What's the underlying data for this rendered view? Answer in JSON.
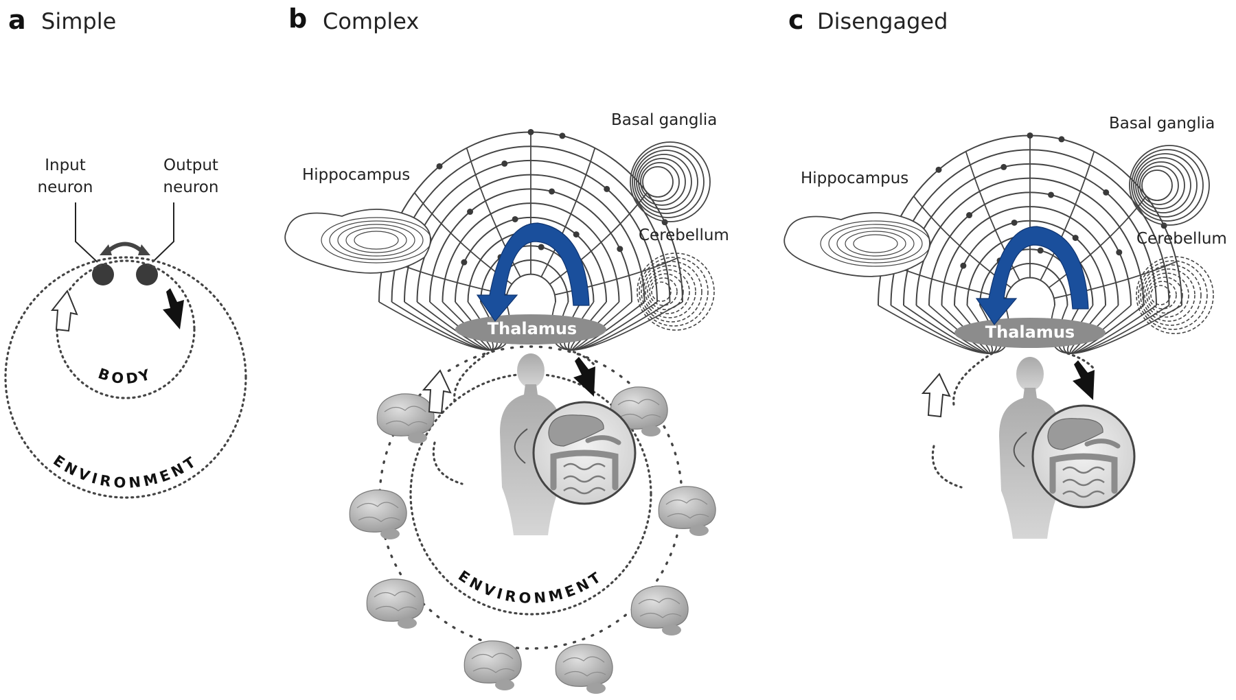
{
  "panels": [
    {
      "letter": "a",
      "title": "Simple"
    },
    {
      "letter": "b",
      "title": "Complex"
    },
    {
      "letter": "c",
      "title": "Disengaged"
    }
  ],
  "labels": {
    "input_neuron": [
      "Input",
      "neuron"
    ],
    "output_neuron": [
      "Output",
      "neuron"
    ],
    "body": "BODY",
    "environment": "ENVIRONMENT",
    "hippocampus": "Hippocampus",
    "basal_ganglia": "Basal ganglia",
    "cerebellum": "Cerebellum",
    "thalamus": "Thalamus"
  },
  "colors": {
    "line": "#444444",
    "dot": "#3a3a3a",
    "loop_arrow": "#1a4f9c",
    "silhouette": "#b5b5b5",
    "thalamus": "#8c8c8c",
    "brain": "#b9b9b9"
  },
  "icons": [
    "neuron-dot",
    "double-arrow",
    "hollow-arrow",
    "solid-arrow",
    "brain",
    "human-silhouette",
    "organs-inset"
  ]
}
